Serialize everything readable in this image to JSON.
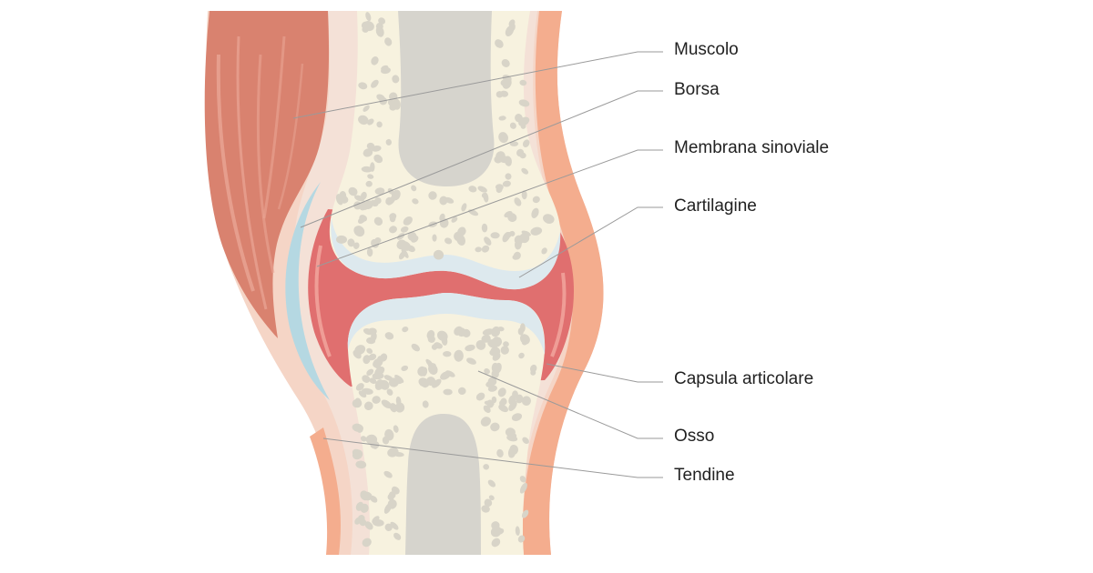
{
  "labels": {
    "muscolo": "Muscolo",
    "borsa": "Borsa",
    "membrana": "Membrana sinoviale",
    "cartilagine": "Cartilagine",
    "capsula": "Capsula articolare",
    "osso": "Osso",
    "tendine": "Tendine"
  },
  "colors": {
    "muscle": "#d9826f",
    "muscle_light": "#e9a595",
    "skin_outer": "#f4ad8e",
    "skin_inner": "#f5d5c6",
    "soft_tissue": "#f4e1d7",
    "bone": "#f7f2df",
    "bone_spots": "#d8d4c8",
    "marrow": "#d6d4cd",
    "cartilage": "#dde9ee",
    "synovial": "#e06f6f",
    "bursa": "#b5d8e2",
    "leader": "#9a9a9a"
  }
}
